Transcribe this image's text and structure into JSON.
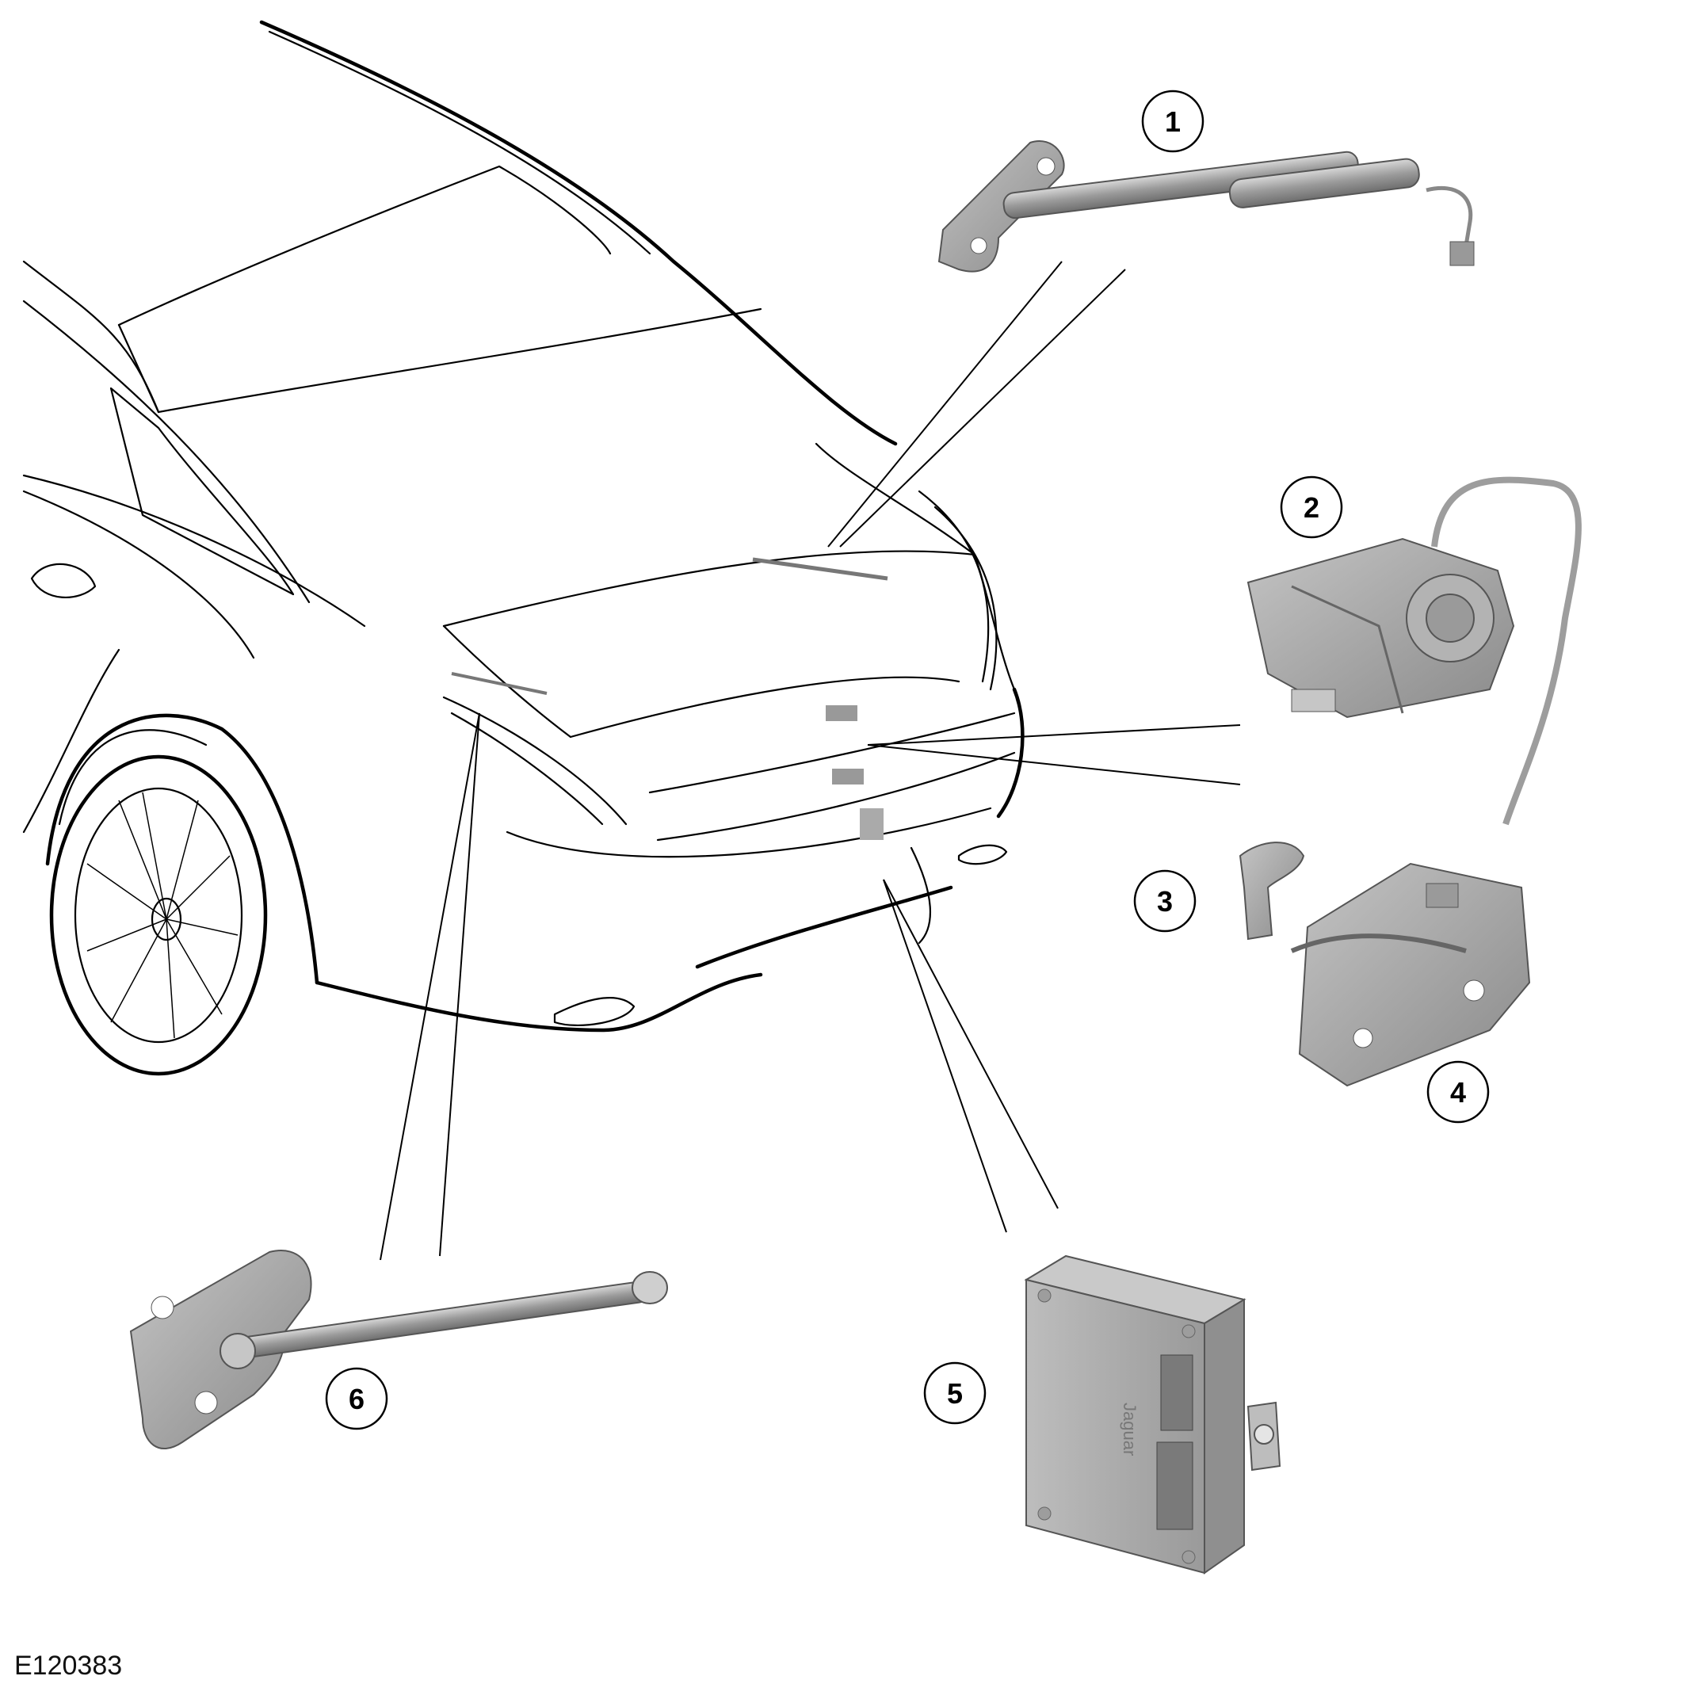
{
  "figure_id": "E120383",
  "callouts": [
    {
      "number": "1"
    },
    {
      "number": "2"
    },
    {
      "number": "3"
    },
    {
      "number": "4"
    },
    {
      "number": "5"
    },
    {
      "number": "6"
    }
  ],
  "module_label": "Jaguar",
  "colors": {
    "component_fill": "#a9a9a9",
    "component_dark": "#7d7d7d",
    "component_light": "#cfcfcf",
    "outline": "#000000"
  }
}
